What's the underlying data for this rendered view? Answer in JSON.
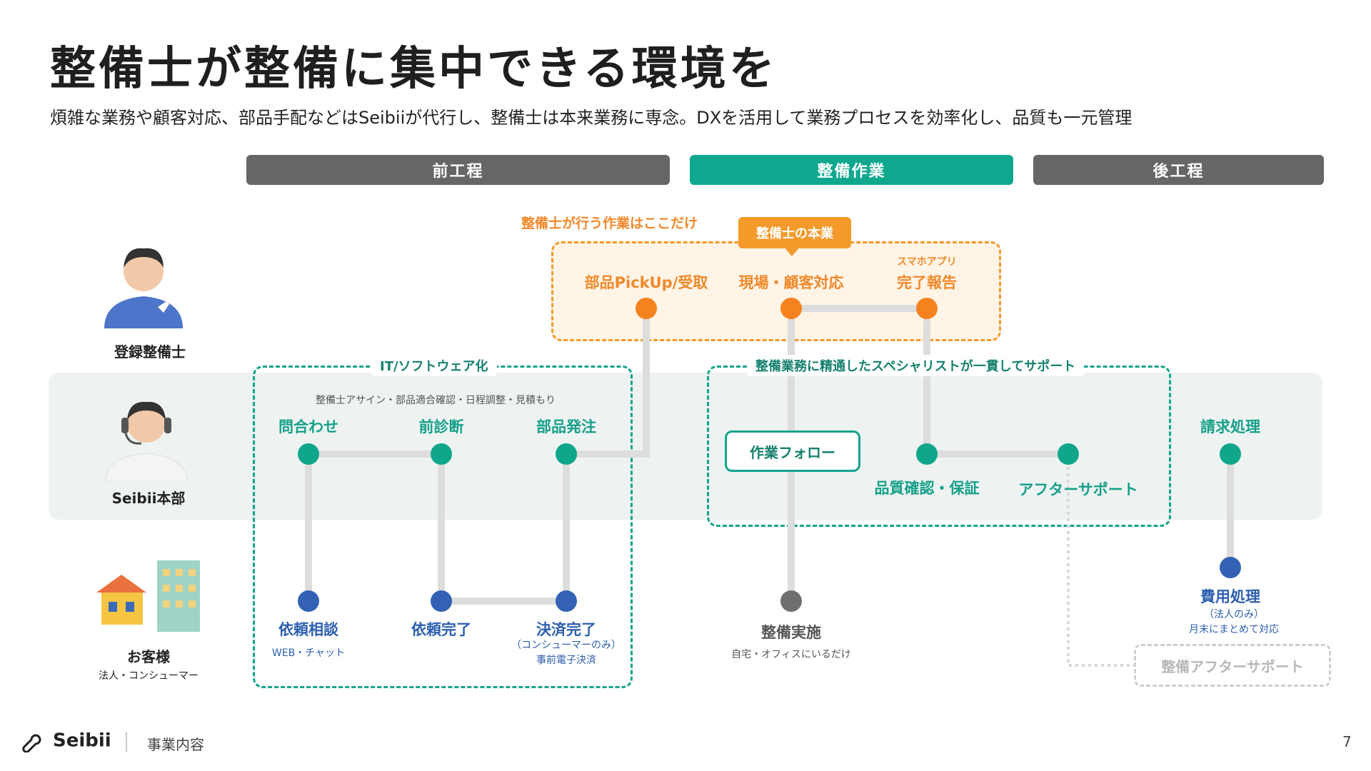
{
  "title": "整備士が整備に集中できる環境を",
  "subtitle": "煩雑な業務や顧客対応、部品手配などはSeibiiが代行し、整備士は本来業務に専念。DXを活用して業務プロセスを効率化し、品質も一元管理",
  "phases": [
    "前工程",
    "整備作業",
    "後工程"
  ],
  "actors": {
    "mechanic": "登録整備士",
    "hq": "Seibii本部",
    "customer": "お客様",
    "customer_sub": "法人・コンシューマー"
  },
  "zones": {
    "mechanic_work": "整備士が行う作業はここだけ",
    "core_callout": "整備士の本業",
    "it": "IT/ソフトウェア化",
    "specialist": "整備業務に精通したスペシャリストが一貫してサポート"
  },
  "nodes": {
    "parts_pickup": "部品PickUp/受取",
    "onsite": "現場・顧客対応",
    "app_note": "スマホアプリ",
    "report": "完了報告",
    "it_tasks": "整備士アサイン・部品適合確認・日程調整・見積もり",
    "inquiry": "問合わせ",
    "prediag": "前診断",
    "parts_order": "部品発注",
    "request": "依頼相談",
    "request_sub": "WEB・チャット",
    "req_done": "依頼完了",
    "payment": "決済完了",
    "payment_sub1": "（コンシューマーのみ）",
    "payment_sub2": "事前電子決済",
    "follow": "作業フォロー",
    "quality": "品質確認・保証",
    "aftersupport": "アフターサポート",
    "execution": "整備実施",
    "execution_sub": "自宅・オフィスにいるだけ",
    "billing": "請求処理",
    "cost": "費用処理",
    "cost_sub1": "（法人のみ）",
    "cost_sub2": "月末にまとめて対応",
    "after_service": "整備アフターサポート"
  },
  "footer": {
    "logo": "Seibii",
    "section": "事業内容",
    "page": "7"
  },
  "colors": {
    "orange": "#f5821f",
    "teal": "#10a68c",
    "blue": "#3362b4",
    "gray_phase": "#666666"
  }
}
